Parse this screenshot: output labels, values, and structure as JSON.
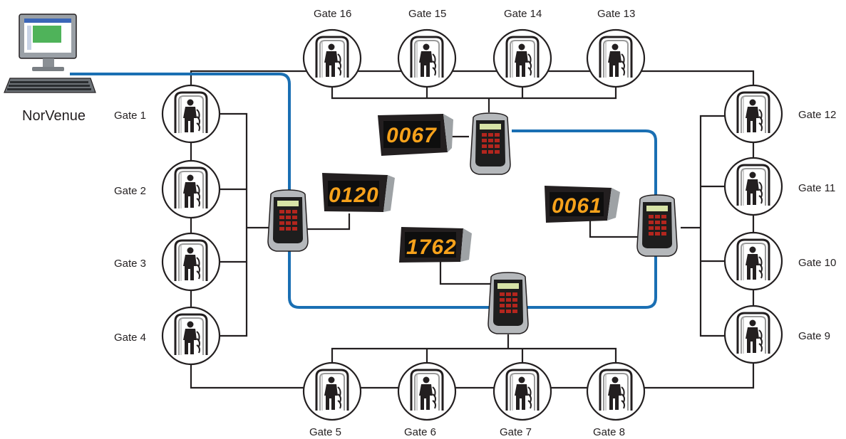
{
  "computer": {
    "label": "NorVenue"
  },
  "gates": {
    "g1": "Gate 1",
    "g2": "Gate 2",
    "g3": "Gate 3",
    "g4": "Gate 4",
    "g5": "Gate 5",
    "g6": "Gate 6",
    "g7": "Gate 7",
    "g8": "Gate 8",
    "g9": "Gate 9",
    "g10": "Gate 10",
    "g11": "Gate 11",
    "g12": "Gate 12",
    "g13": "Gate 13",
    "g14": "Gate 14",
    "g15": "Gate 15",
    "g16": "Gate 16"
  },
  "displays": {
    "top": "0067",
    "left": "0120",
    "center": "1762",
    "right": "0061"
  },
  "colors": {
    "network": "#1a6fb3",
    "digits": "#f7a21b",
    "wire": "#231f20"
  }
}
